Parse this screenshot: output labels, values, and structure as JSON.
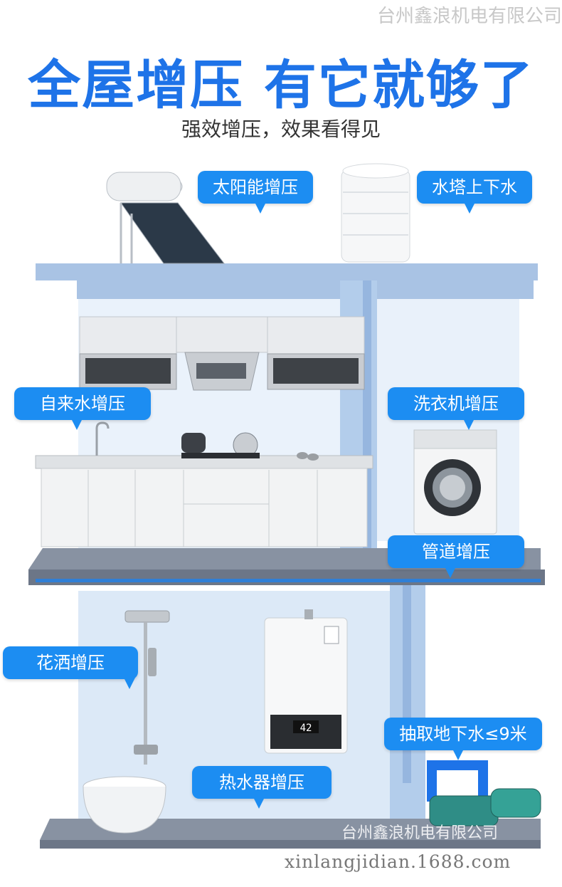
{
  "header": {
    "title": "全屋增压 有它就够了",
    "subtitle": "强效增压，效果看得见"
  },
  "labels": {
    "solar": "太阳能增压",
    "tower": "水塔上下水",
    "tap_water": "自来水增压",
    "washer": "洗衣机增压",
    "pipe": "管道增压",
    "shower": "花洒增压",
    "groundwater": "抽取地下水≤9米",
    "heater": "热水器增压"
  },
  "heater_display": "42",
  "watermarks": {
    "company": "台州鑫浪机电有限公司",
    "site": "xinlangjidian.1688.com"
  },
  "colors": {
    "title": "#1e73e8",
    "bubble": "#1c8df2",
    "wall": "#b9d2ee",
    "floor": "#6c7687"
  }
}
